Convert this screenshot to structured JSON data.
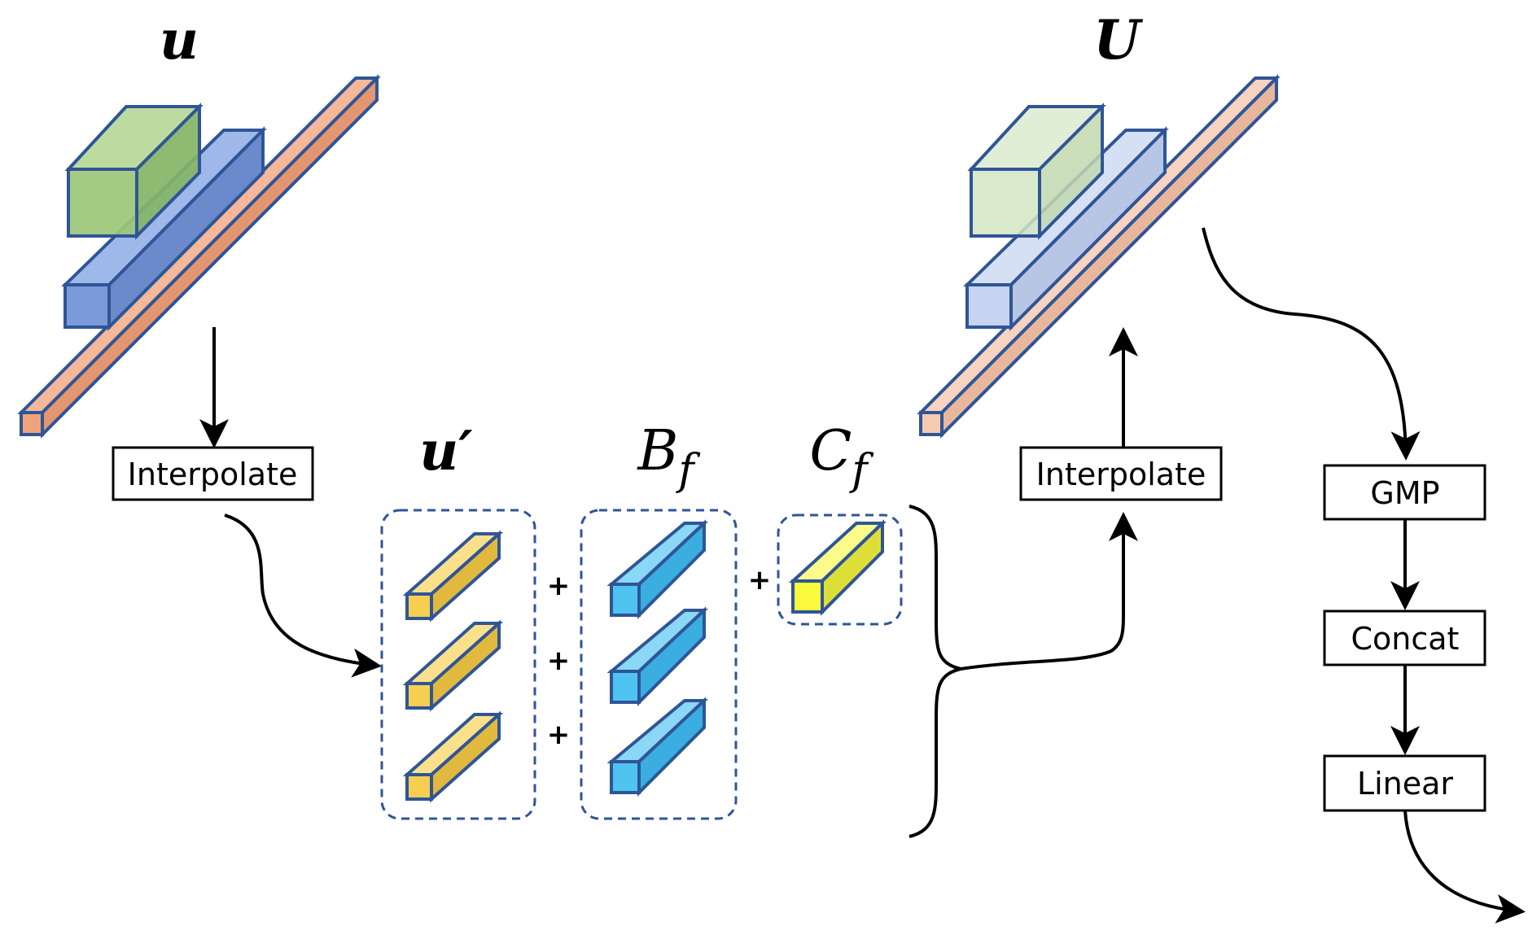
{
  "labels": {
    "u_title": "u",
    "U_title": "U",
    "u_prime_title": "u′",
    "Bf_base": "B",
    "Bf_sub": "f",
    "Cf_base": "C",
    "Cf_sub": "f"
  },
  "boxes": {
    "interpolate_left": "Interpolate",
    "interpolate_right": "Interpolate",
    "gmp": "GMP",
    "concat": "Concat",
    "linear": "Linear"
  },
  "operators": {
    "plus_1": "+",
    "plus_2": "+",
    "plus_3": "+",
    "plus_4": "+"
  },
  "colors": {
    "orange_front": "#f0a27a",
    "orange_side": "#e39670",
    "orange_top": "#f5b898",
    "blue_front": "#7b9bd8",
    "blue_side": "#6a8acb",
    "blue_top": "#9fb8ea",
    "green_front": "#9cc77a",
    "green_side": "#86b466",
    "green_top": "#b6d897",
    "gold_front": "#f6cf52",
    "gold_side": "#e2b93f",
    "cyan_front": "#4fc3f2",
    "cyan_side": "#3aaee0",
    "yellow_front": "#fafa3c",
    "yellow_side": "#dede38",
    "stroke": "#2f5597"
  }
}
